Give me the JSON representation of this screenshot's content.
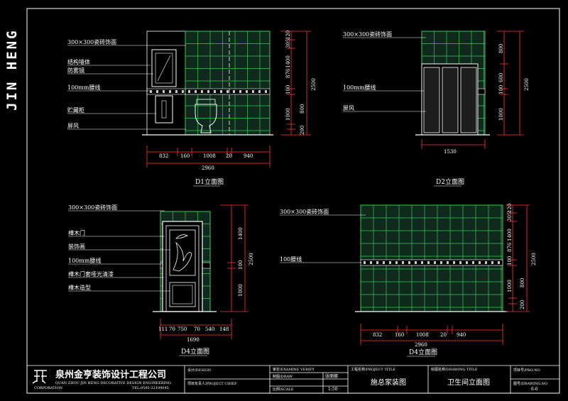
{
  "side_title": "JIN HENG",
  "colors": {
    "background": "#000000",
    "frame": "#ffffff",
    "tile_fill": "#0f2a1c",
    "tile_grid": "#33cc55",
    "dimension": "#ff3333",
    "text": "#ffffff"
  },
  "views": {
    "d1": {
      "title": "D1立面图",
      "labels": [
        "300×300瓷砖饰面",
        "结构墙体",
        "防雾镜",
        "100mm腰线",
        "贮藏柜",
        "屏风"
      ],
      "right_dims": [
        "120",
        "305",
        "1400",
        "876",
        "100",
        "1000",
        "800",
        "200"
      ],
      "total_height": "2500",
      "bottom_dims": [
        "832",
        "160",
        "1008",
        "20",
        "940"
      ],
      "total_width": "2960"
    },
    "d2": {
      "title": "D2立面图",
      "labels": [
        "300×300瓷砖饰面",
        "100mm腰线",
        "屏风"
      ],
      "right_dims": [
        "800",
        "600",
        "100",
        "1000"
      ],
      "total_height": "2500",
      "total_width": "1530"
    },
    "d4a": {
      "title": "D4立面图",
      "labels": [
        "300×300瓷砖饰面",
        "樺木门",
        "装饰画",
        "100mm腰线",
        "樺木门套哑光清漆",
        "樺木造型"
      ],
      "right_dims": [
        "1400",
        "100",
        "1000"
      ],
      "total_height": "2500",
      "bottom_dims": [
        "111",
        "70",
        "750",
        "70",
        "540",
        "148"
      ],
      "total_width": "1690"
    },
    "d4b": {
      "title": "D4立面图",
      "labels": [
        "300×300瓷砖饰面",
        "100腰线"
      ],
      "right_dims": [
        "120",
        "305",
        "1400",
        "876",
        "100",
        "1000",
        "800",
        "200"
      ],
      "total_height": "2500",
      "bottom_dims": [
        "832",
        "160",
        "1008",
        "20",
        "940"
      ],
      "total_width": "2960"
    }
  },
  "title_block": {
    "company_cn": "泉州金亨装饰设计工程公司",
    "company_en_1": "QUAN ZHOU JIN HENG DECORATIVE DESIGN ENGINEERING",
    "company_en_2": "CORPORATION",
    "tel": "TEL:0595-32109045",
    "design_label": "设计/DESIGN",
    "chief_label": "项目负责人/PROJECT CHIEF",
    "verify_label": "审定/EXAMINE VERIFY",
    "draw_label": "制图/DRAW",
    "draw_value": "张丽娜",
    "scale_label": "比例/SCALE",
    "scale_value": "1:50",
    "project_title_label": "工程名称/PROJECT TITLE",
    "project_title_value": "施总家装图",
    "drawing_title_label": "绘图名称/DRAWING TITLE",
    "drawing_title_value": "卫生间立面图",
    "project_no_label": "项目号/PRO.NO",
    "drawing_no_label": "图号/DRAWING.NO",
    "drawing_no_value": "6-6"
  }
}
